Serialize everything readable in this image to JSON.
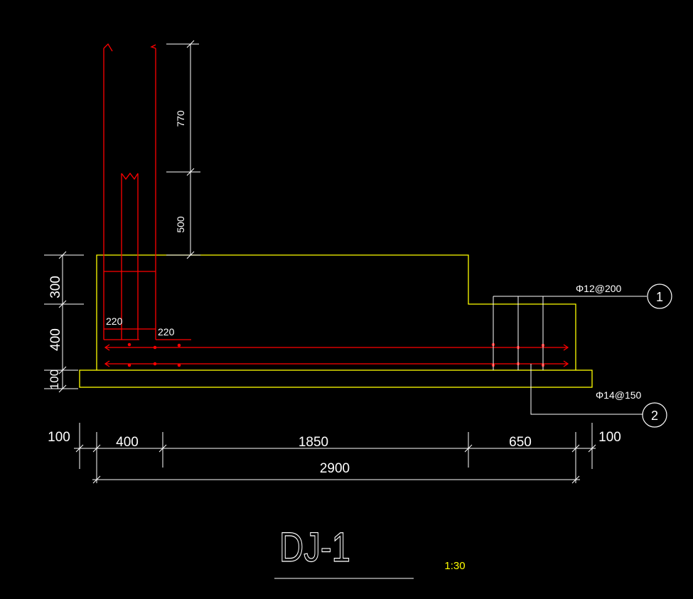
{
  "colors": {
    "background": "#000000",
    "concrete": "#ffff00",
    "rebar": "#ff0000",
    "dimension": "#ffffff",
    "scale": "#ffff00"
  },
  "drawing": {
    "title": "DJ-1",
    "scale": "1:30"
  },
  "dimensions": {
    "vertical_right": [
      "770",
      "500"
    ],
    "vertical_left": [
      "300",
      "400",
      "100"
    ],
    "bottom_row": [
      "100",
      "400",
      "1850",
      "650",
      "100"
    ],
    "bottom_total": "2900",
    "column_labels": [
      "220",
      "220"
    ]
  },
  "rebar_callouts": [
    {
      "marker": "1",
      "spec": "Φ12@200"
    },
    {
      "marker": "2",
      "spec": "Φ14@150"
    }
  ]
}
